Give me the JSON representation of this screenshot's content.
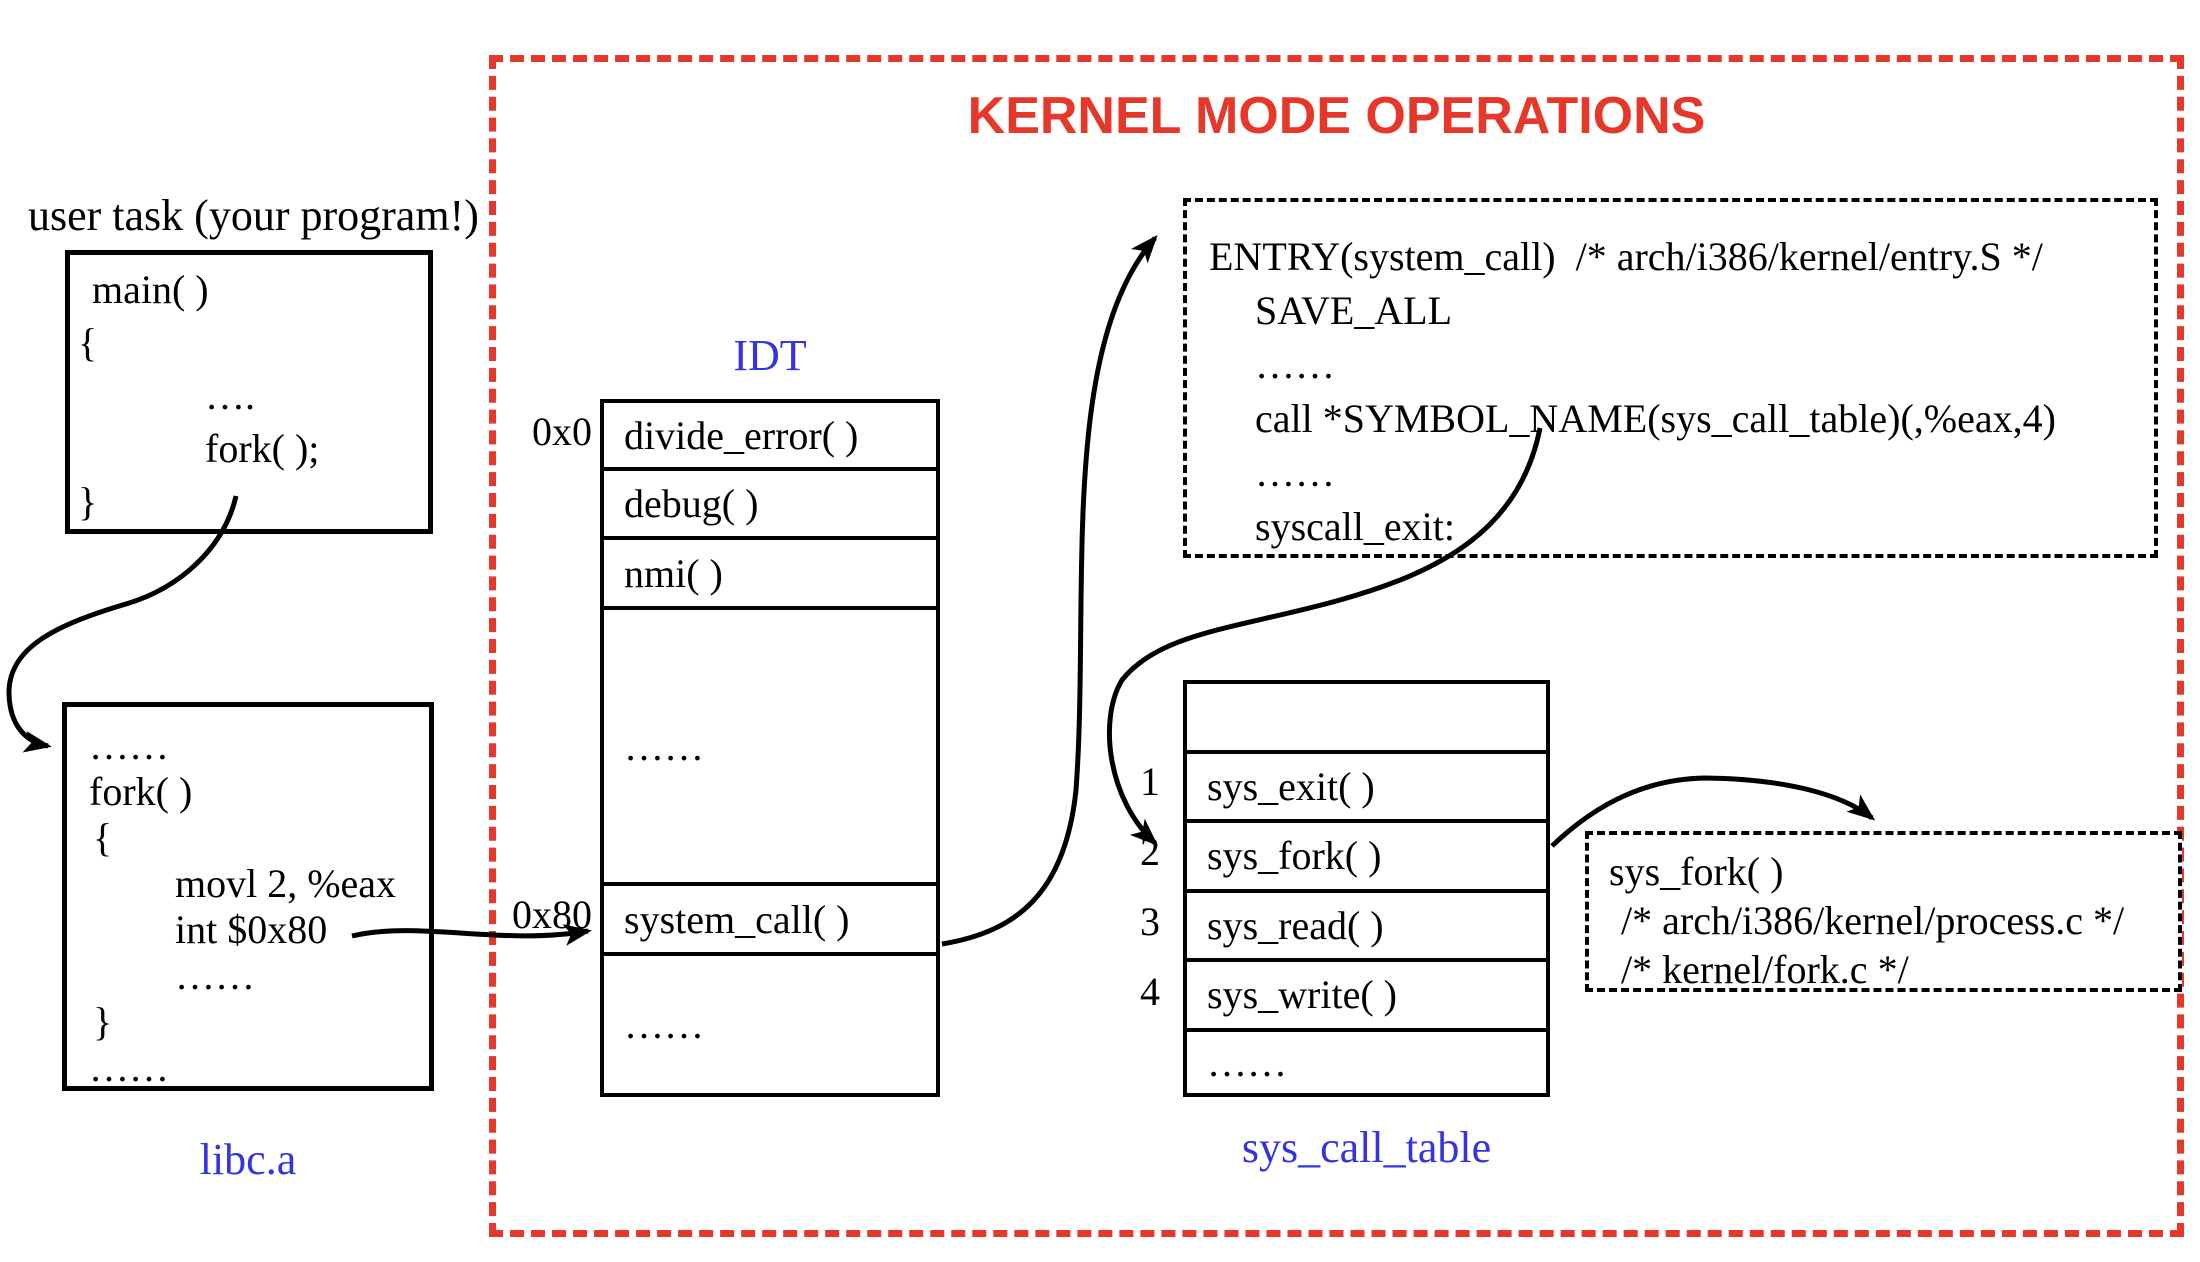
{
  "title": "KERNEL MODE OPERATIONS",
  "colors": {
    "red": "#e6372b",
    "blue": "#3333e0",
    "line": "#000000"
  },
  "user_task": {
    "label": "user task (your program!)"
  },
  "main_box": {
    "lines": [
      "main( )",
      "{",
      "….",
      "fork( );",
      "}"
    ]
  },
  "libc_box": {
    "caption": "libc.a",
    "lines": [
      "……",
      "fork( )",
      "{",
      "movl 2, %eax",
      "int $0x80",
      "……",
      "}",
      "……"
    ]
  },
  "idt": {
    "caption": "IDT",
    "offset_top": "0x0",
    "offset_syscall": "0x80",
    "rows": [
      "divide_error( )",
      "debug( )",
      "nmi( )",
      "……",
      "system_call( )",
      "……"
    ]
  },
  "entry_box": {
    "lines": [
      "ENTRY(system_call)  /* arch/i386/kernel/entry.S */",
      "SAVE_ALL",
      "……",
      "call *SYMBOL_NAME(sys_call_table)(,%eax,4)",
      "……",
      "syscall_exit:"
    ]
  },
  "sys_call_table": {
    "caption": "sys_call_table",
    "indices": [
      "1",
      "2",
      "3",
      "4"
    ],
    "rows": [
      "",
      "sys_exit( )",
      "sys_fork( )",
      "sys_read( )",
      "sys_write( )",
      "……"
    ]
  },
  "sys_fork_box": {
    "lines": [
      "sys_fork( )",
      "/* arch/i386/kernel/process.c */",
      "/* kernel/fork.c */"
    ]
  }
}
